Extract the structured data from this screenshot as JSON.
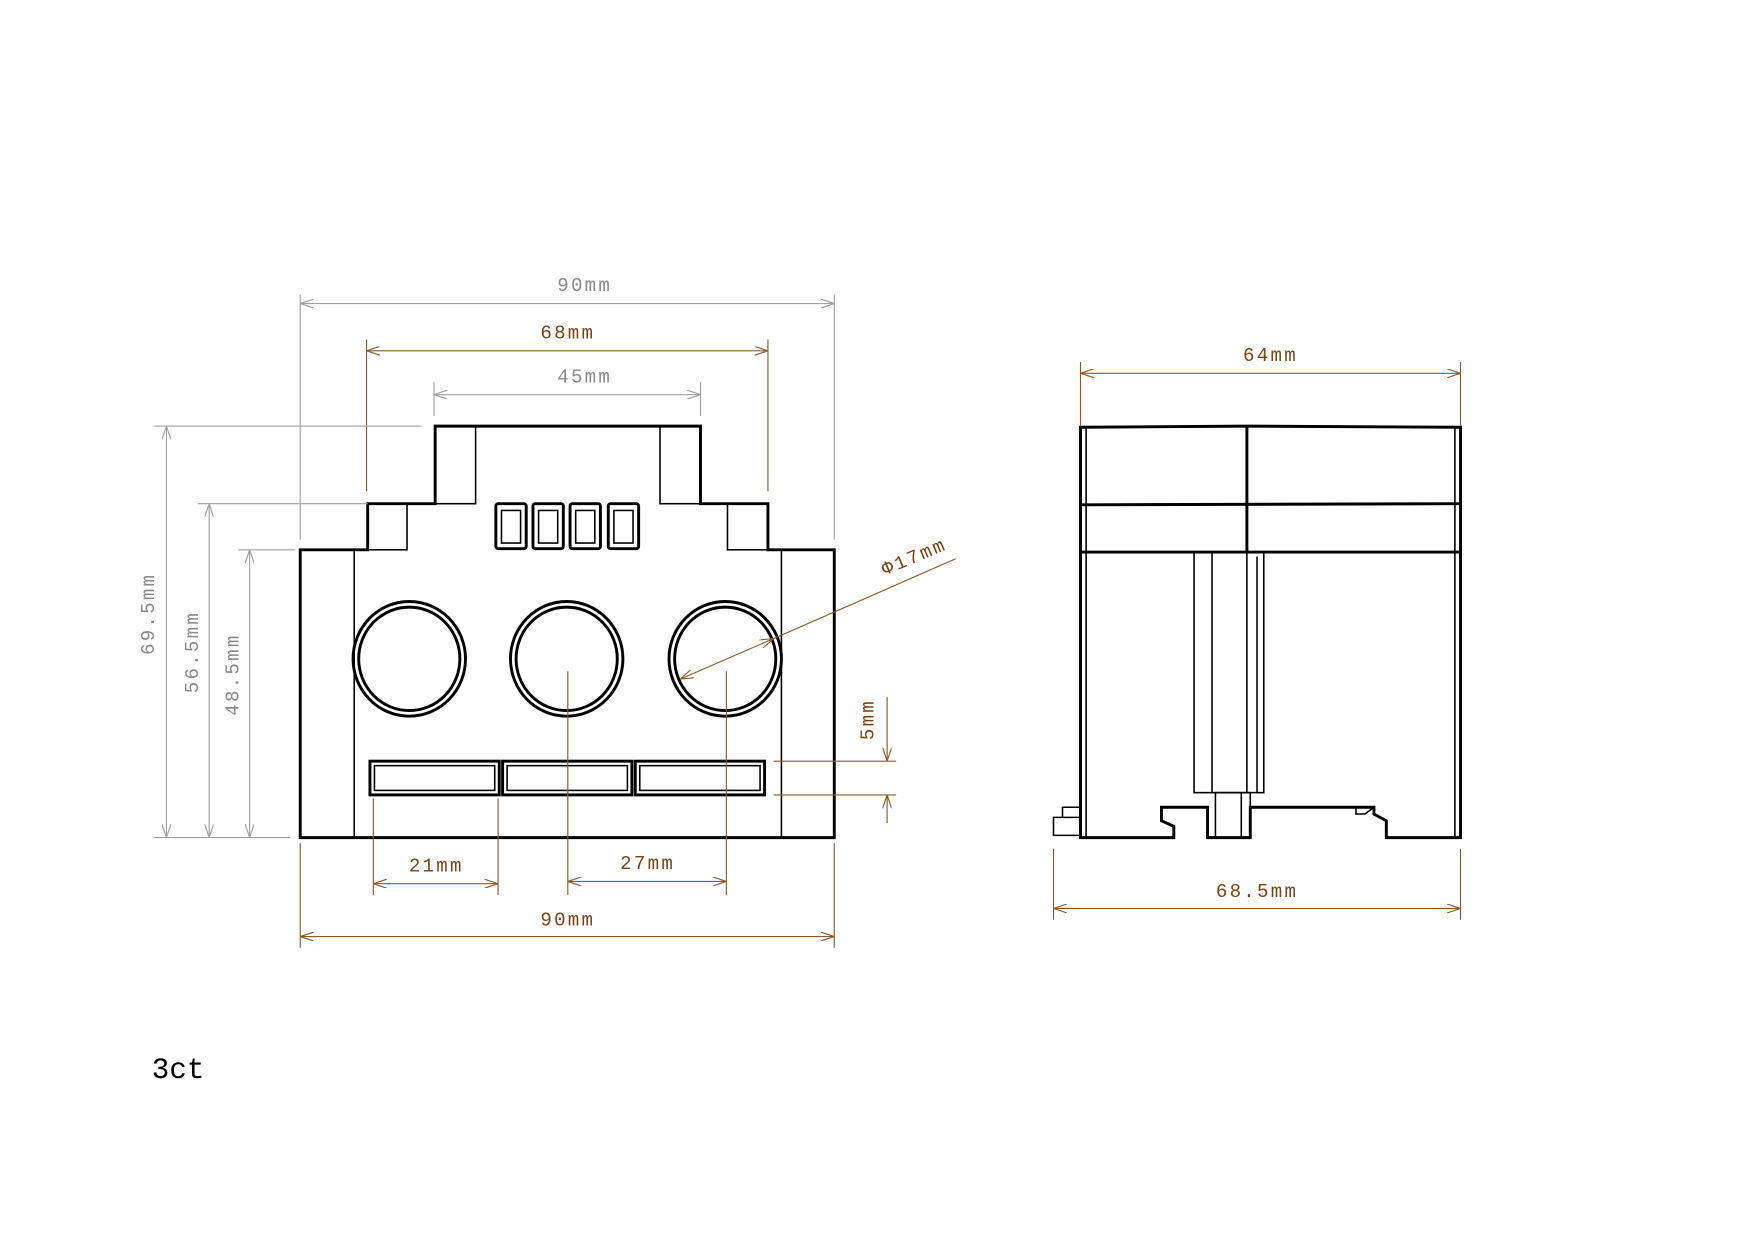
{
  "drawing": {
    "title": "3ct",
    "front_view": {
      "dims": {
        "overall_width_top": "90mm",
        "mid_width": "68mm",
        "top_width": "45mm",
        "height_total": "69.5mm",
        "height_mid": "56.5mm",
        "height_body": "48.5mm",
        "hole_diameter": "Φ17mm",
        "slot_height": "5mm",
        "slot_width": "21mm",
        "hole_pitch": "27mm",
        "overall_width_bottom": "90mm"
      }
    },
    "side_view": {
      "dims": {
        "depth_top": "64mm",
        "depth_bottom": "68.5mm"
      }
    },
    "colors": {
      "outline": "#000000",
      "dim_gray": "#a0a0a0",
      "dim_brown": "#8b5a2b"
    }
  }
}
